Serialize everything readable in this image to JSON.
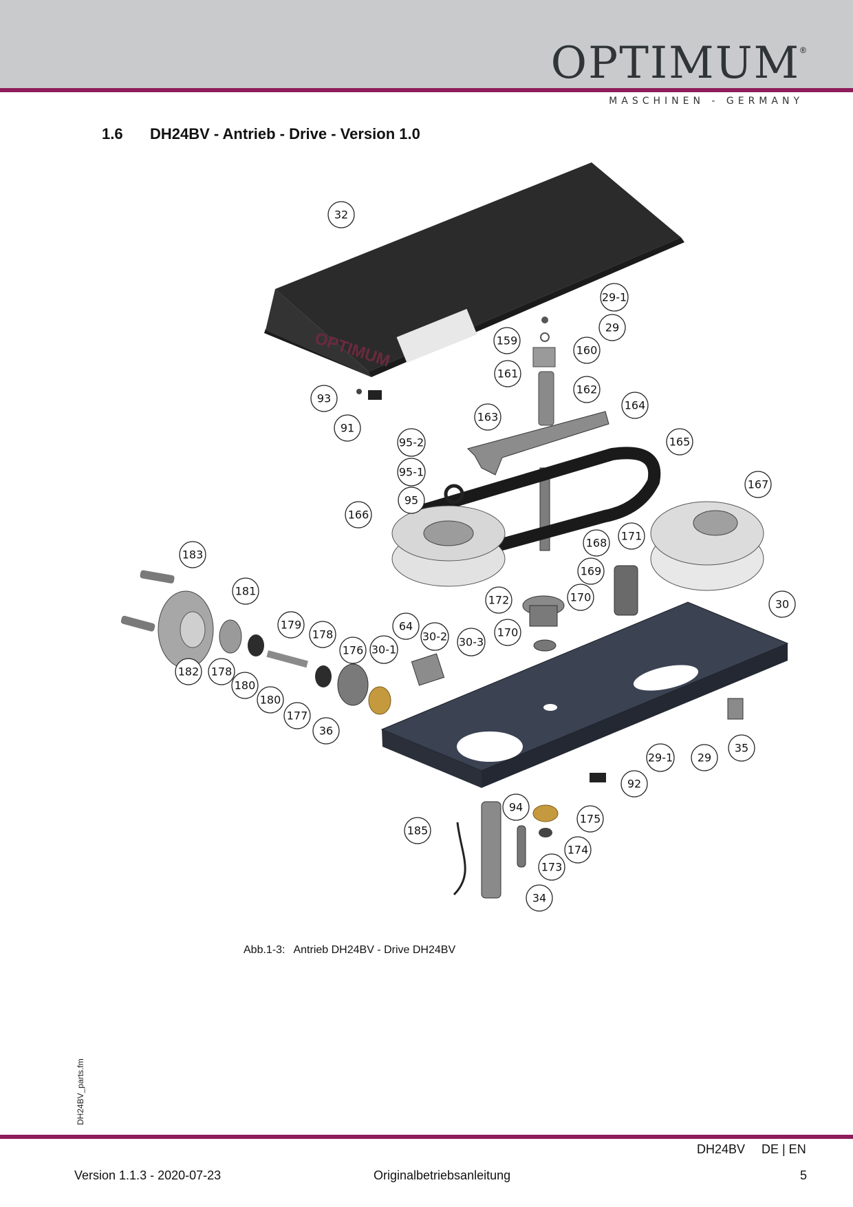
{
  "header": {
    "brand": "OPTIMUM",
    "registered": "®",
    "tagline": "MASCHINEN - GERMANY"
  },
  "section": {
    "number": "1.6",
    "title": "DH24BV - Antrieb - Drive - Version 1.0"
  },
  "figure": {
    "caption_label": "Abb.1-3:",
    "caption_text": "Antrieb DH24BV - Drive DH24BV",
    "cover_logo_text": "OPTIMUM",
    "callouts": [
      "32",
      "29-1",
      "29",
      "159",
      "160",
      "161",
      "162",
      "163",
      "164",
      "165",
      "93",
      "91",
      "95-2",
      "95-1",
      "95",
      "166",
      "167",
      "168",
      "171",
      "169",
      "183",
      "181",
      "172",
      "170",
      "30",
      "179",
      "178",
      "64",
      "30-2",
      "30-3",
      "170",
      "182",
      "178",
      "176",
      "30-1",
      "180",
      "180",
      "177",
      "36",
      "35",
      "29-1",
      "29",
      "92",
      "94",
      "175",
      "185",
      "174",
      "173",
      "34"
    ]
  },
  "sidebar": {
    "filename": "DH24BV_parts.fm"
  },
  "footer": {
    "model": "DH24BV",
    "languages": "DE | EN",
    "version": "Version 1.1.3 - 2020-07-23",
    "center": "Originalbetriebsanleitung",
    "page": "5"
  }
}
